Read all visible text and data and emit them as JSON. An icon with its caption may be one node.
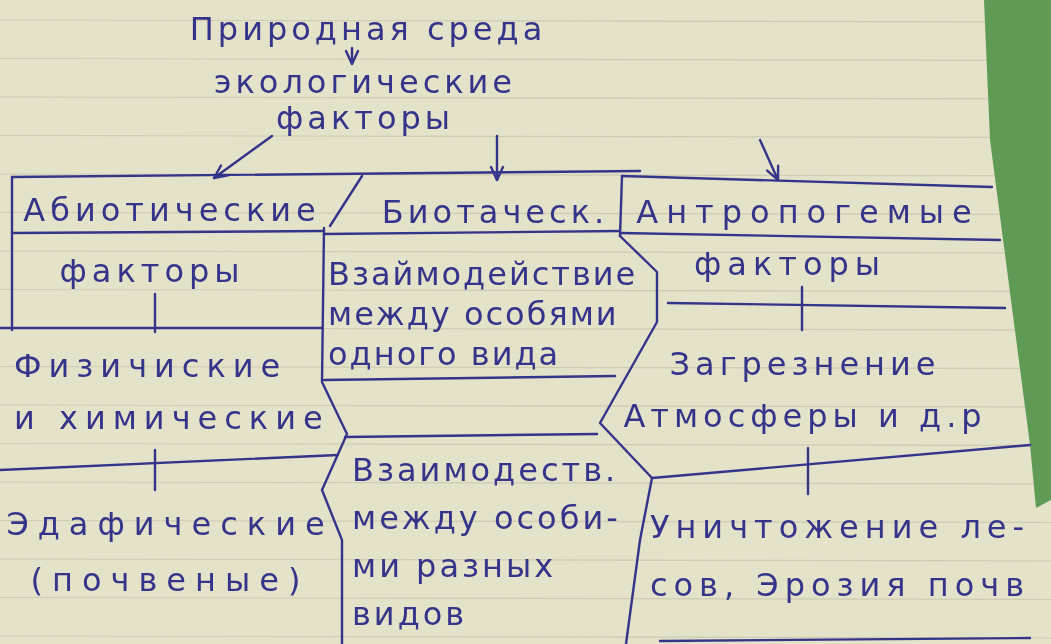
{
  "diagram": {
    "nodes": [
      {
        "text": [
          "Природная среда"
        ]
      },
      {
        "text": [
          "экологические факторы"
        ]
      },
      {
        "text": [
          "Абиотические",
          "факторы"
        ]
      },
      {
        "text": [
          "Физичиские и химические"
        ]
      },
      {
        "text": [
          "Эдафические (почвеные)"
        ]
      },
      {
        "text": [
          "Биотаческ."
        ]
      },
      {
        "text": [
          "Взаймодействие между особями одного вида"
        ]
      },
      {
        "text": [
          "Взаимодеств. между особи- ми разных видов"
        ]
      },
      {
        "text": [
          "Антропогемые",
          "факторы"
        ]
      },
      {
        "text": [
          "Загрезнение Атмосферы и д.р"
        ]
      },
      {
        "text": [
          "Уничтожение ле- сов, Эрозия почв"
        ]
      }
    ],
    "edges": [
      {
        "from": 0,
        "to": 1,
        "arrow": "to"
      },
      {
        "from": 1,
        "to": 2,
        "arrow": "to"
      },
      {
        "from": 1,
        "to": 5,
        "arrow": "to"
      },
      {
        "from": null,
        "to": 8,
        "arrow": "to"
      },
      {
        "from": 2,
        "to": 3,
        "arrow": "none"
      },
      {
        "from": 3,
        "to": 4,
        "arrow": "none"
      },
      {
        "from": 8,
        "to": 9,
        "arrow": "none"
      },
      {
        "from": 9,
        "to": 10,
        "arrow": "none"
      }
    ]
  }
}
